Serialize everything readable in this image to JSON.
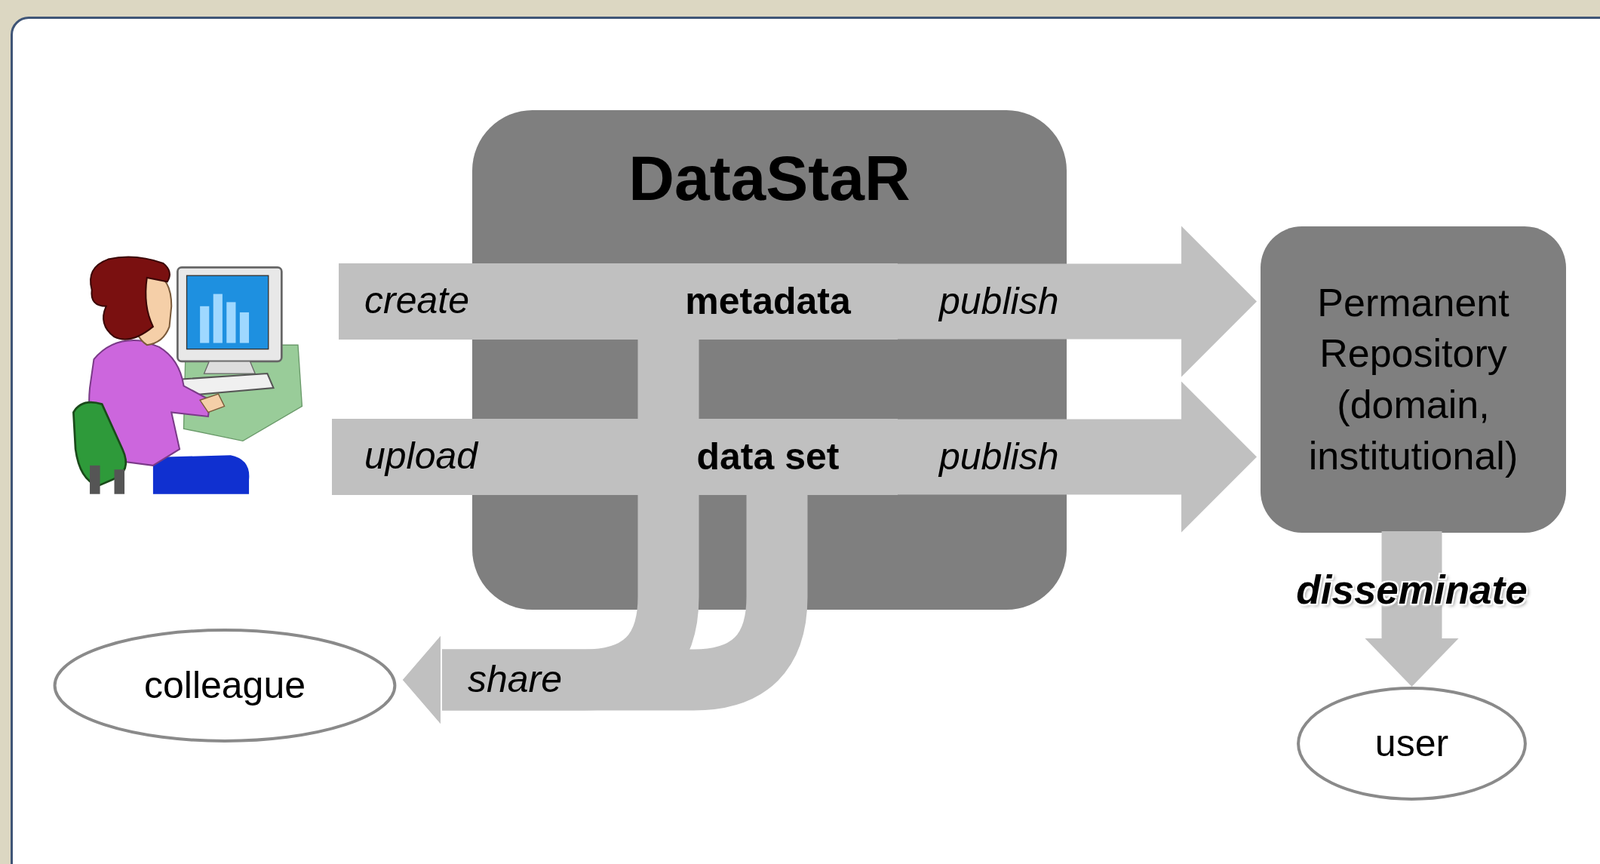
{
  "diagram": {
    "nodes": [
      {
        "text": [
          "DataStaR"
        ]
      },
      {
        "text": [
          "metadata"
        ],
        "in": 0
      },
      {
        "text": [
          "data set"
        ],
        "in": 0
      },
      {
        "text": [
          "Permanent Repository (domain, institutional)"
        ]
      },
      {
        "text": [
          "colleague"
        ]
      },
      {
        "text": [
          "user"
        ]
      }
    ],
    "edges": [
      {
        "from": 1,
        "to": 3,
        "arrow": "to",
        "label": "publish"
      },
      {
        "from": 2,
        "to": 3,
        "arrow": "to",
        "label": "publish"
      },
      {
        "from": 1,
        "to": 4,
        "arrow": "to",
        "label": "share"
      },
      {
        "from": 2,
        "to": 4,
        "arrow": "to"
      },
      {
        "from": 3,
        "to": 5,
        "arrow": "to",
        "label": "disseminate"
      }
    ],
    "labels": [
      "create",
      "upload"
    ]
  }
}
